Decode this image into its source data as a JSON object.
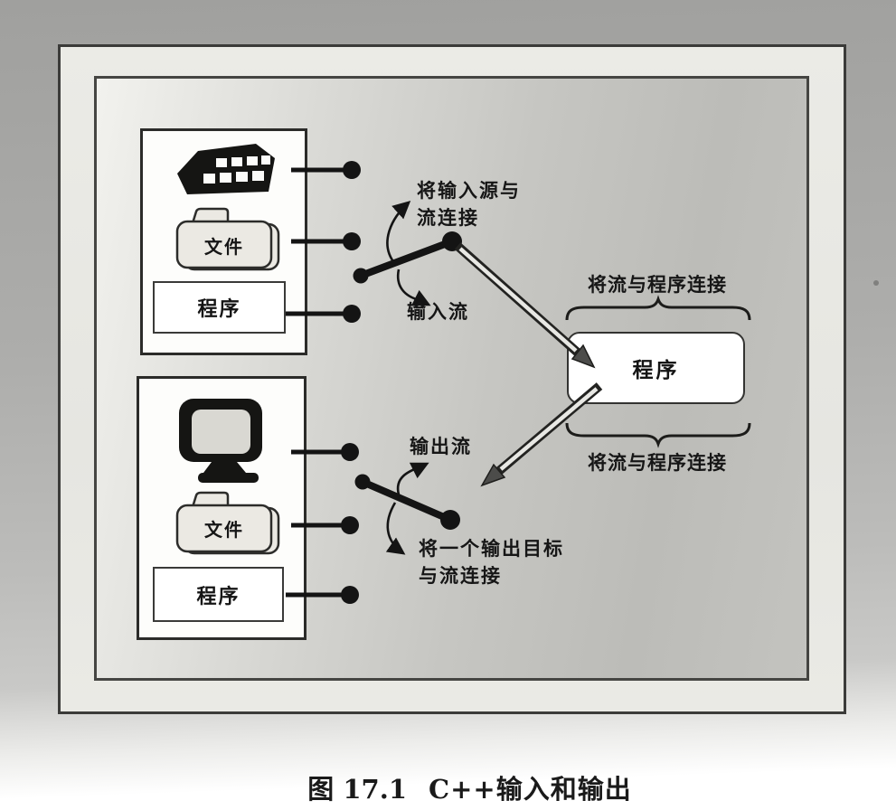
{
  "figure": {
    "number": "图 17.1",
    "title": "C++输入和输出"
  },
  "panel": {
    "labels": {
      "connect_input_source": "将输入源与\n流连接",
      "input_stream": "输入流",
      "connect_stream_program_top": "将流与程序连接",
      "connect_stream_program_bottom": "将流与程序连接",
      "output_stream": "输出流",
      "connect_output_target": "将一个输出目标\n与流连接"
    },
    "input_box": {
      "file": "文件",
      "program": "程序"
    },
    "output_box": {
      "file": "文件",
      "program": "程序"
    },
    "program_box": "程序",
    "icons": {
      "input_device": "keyboard-icon",
      "output_device": "monitor-icon",
      "file": "folder-icon"
    },
    "colors": {
      "ink": "#141414",
      "panel_fill": "#c2c2be",
      "frame_band": "#e7e7e2",
      "box_fill": "#ffffff",
      "folder_fill": "#ebe9e3",
      "arrow_shaft_light": "#e8e8e4"
    }
  }
}
